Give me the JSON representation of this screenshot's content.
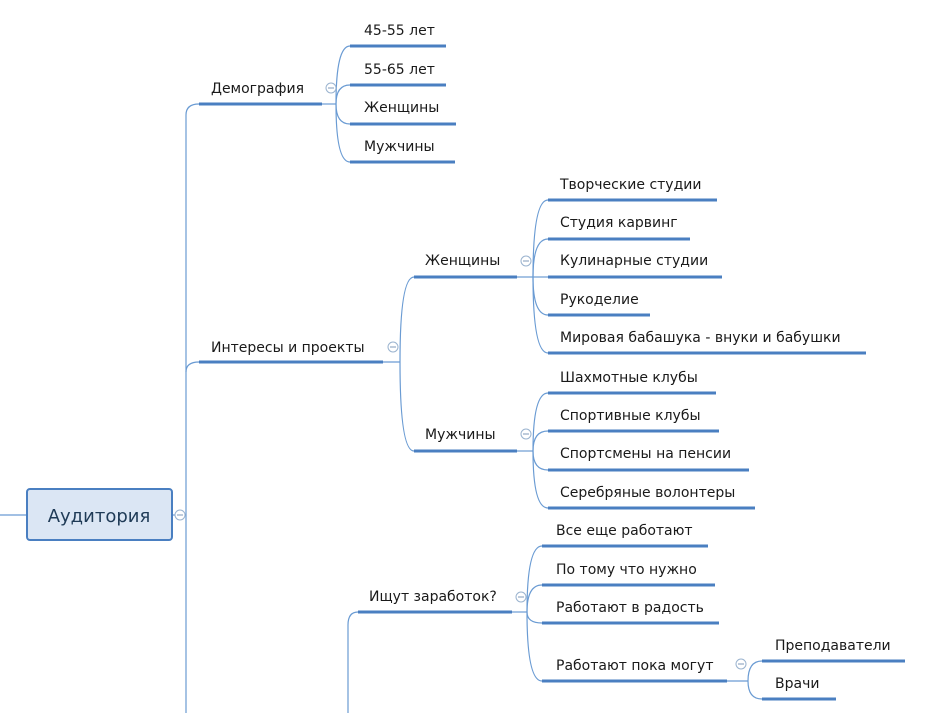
{
  "root": {
    "label": "Аудитория"
  },
  "demographics": {
    "label": "Демография",
    "items": [
      "45-55 лет",
      "55-65 лет",
      "Женщины",
      "Мужчины"
    ]
  },
  "interests": {
    "label": "Интересы и проекты",
    "women": {
      "label": "Женщины",
      "items": [
        "Творческие студии",
        "Студия карвинг",
        "Кулинарные студии",
        "Рукоделие",
        "Мировая бабашука - внуки и бабушки"
      ]
    },
    "men": {
      "label": "Мужчины",
      "items": [
        "Шахмотные клубы",
        "Спортивные клубы",
        "Спортсмены на пенсии",
        "Серебряные волонтеры"
      ]
    }
  },
  "earnings": {
    "label": "Ищут заработок?",
    "items": [
      "Все еще работают",
      "По тому что нужно",
      "Работают в радость",
      "Работают пока могут"
    ],
    "while_can": {
      "items": [
        "Преподаватели",
        "Врачи"
      ]
    }
  },
  "colors": {
    "underline": "#4a7fc1",
    "connector": "#6a9bd3",
    "root_fill": "#dbe6f4",
    "root_border": "#4a7fc1"
  }
}
